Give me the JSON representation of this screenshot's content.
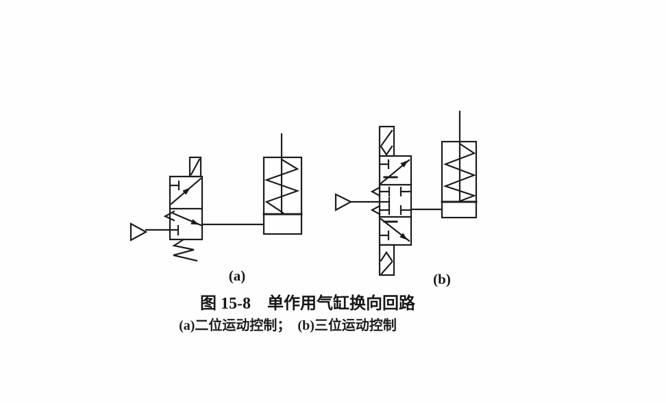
{
  "figure": {
    "caption_title": "图 15-8　单作用气缸换向回路",
    "caption_sub": "(a)二位运动控制；　(b)三位运动控制",
    "label_a": "(a)",
    "label_b": "(b)"
  },
  "colors": {
    "line": "#1c1c1c",
    "background": "#fefefe",
    "text": "#161616"
  }
}
